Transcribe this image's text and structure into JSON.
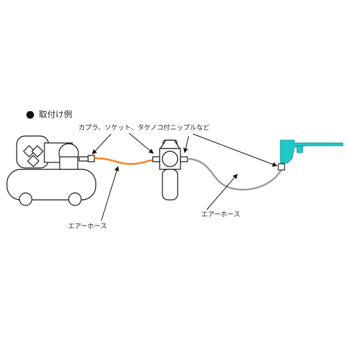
{
  "title": "取付け例",
  "labels": {
    "fittings": "カプラ、ソケット、タケノコ付ニップルなど",
    "hose_left": "エアーホース",
    "hose_right": "エアーホース"
  },
  "colors": {
    "line": "#111111",
    "orange_hose": "#ff7a1a",
    "gray_hose": "#9a9a9a",
    "air_gun": "#20c8c8"
  }
}
